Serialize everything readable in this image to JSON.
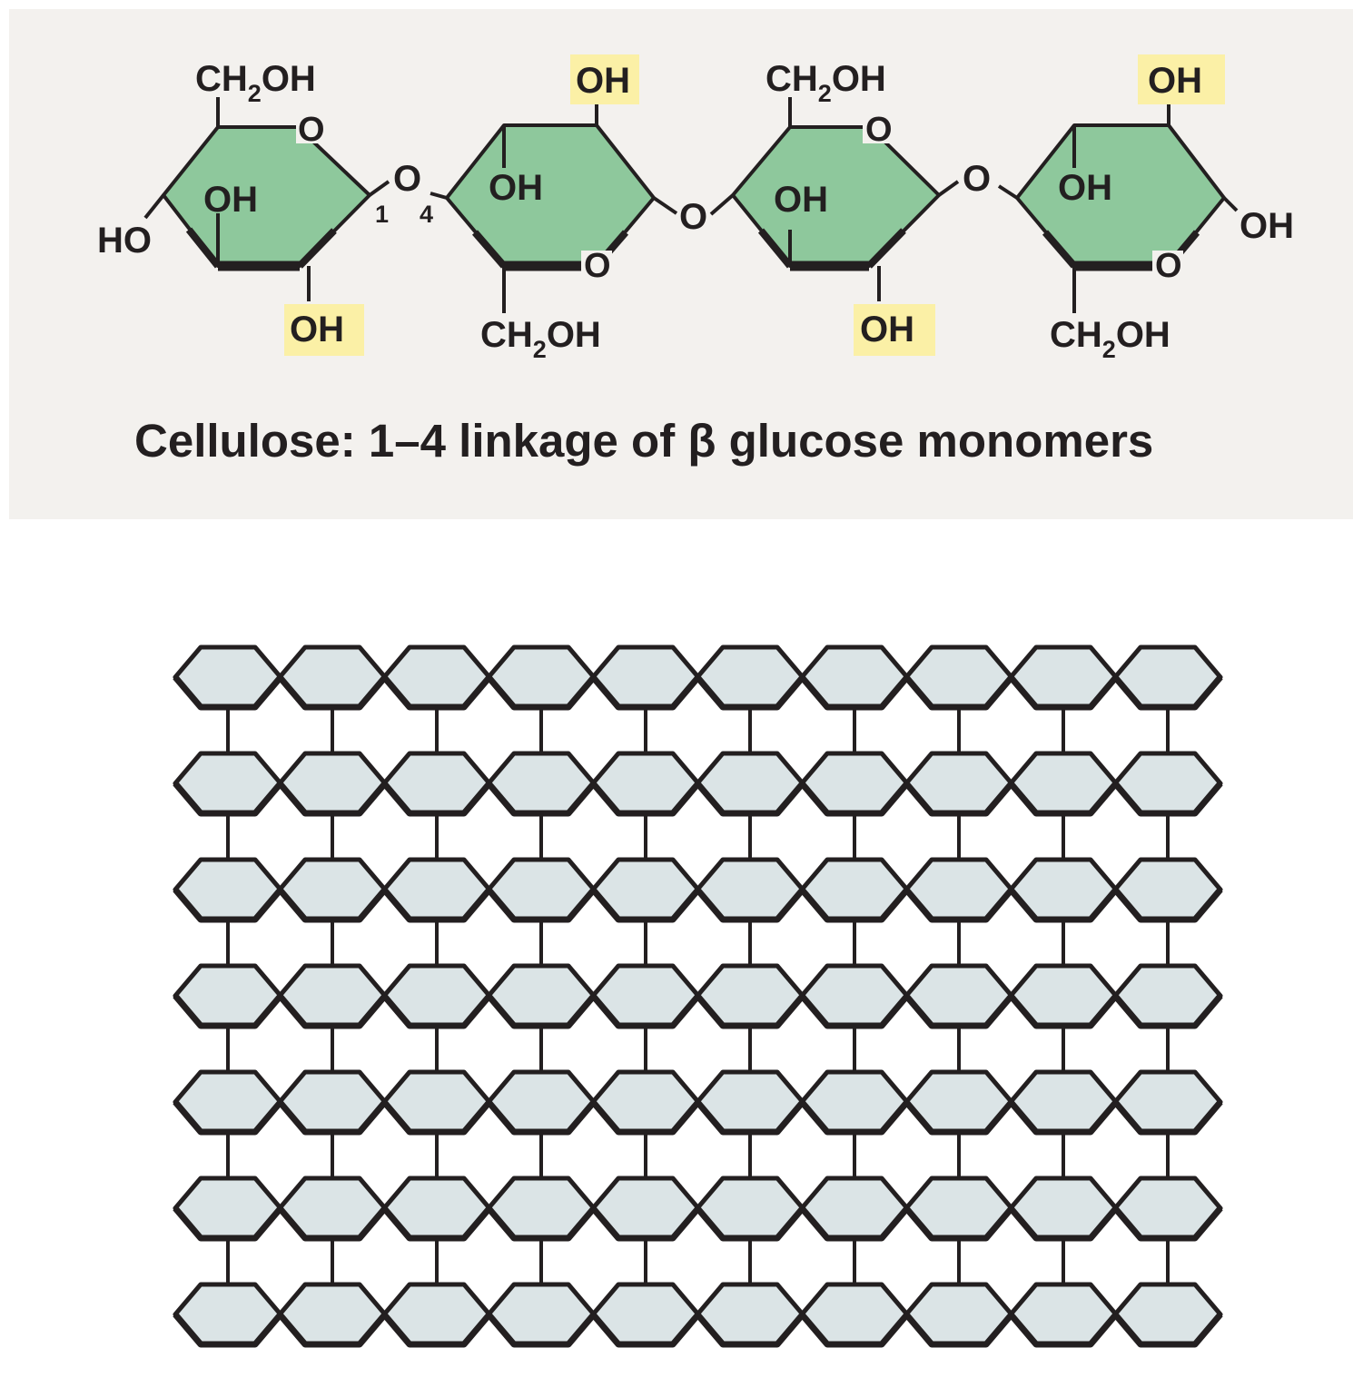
{
  "colors": {
    "panel_background": "#f3f1ee",
    "ring_fill": "#8ec89c",
    "highlight": "#fbf0a6",
    "lattice_fill": "#dbe4e6",
    "ink": "#231f20"
  },
  "molecule": {
    "caption": "Cellulose: 1–4 linkage of β glucose monomers",
    "labels": {
      "ch2oh_1": "CH",
      "ch2oh_2": "CH",
      "ch2oh_3": "CH",
      "ch2oh_4": "CH",
      "subscript_2": "2",
      "oh_suffix": "OH",
      "ring_o": "O",
      "bridge_o": "O",
      "oh_top_2": "OH",
      "oh_top_4": "OH",
      "oh_inner_1": "OH",
      "oh_inner_2": "OH",
      "oh_inner_3": "OH",
      "oh_inner_4": "OH",
      "oh_bottom_1": "OH",
      "oh_bottom_3": "OH",
      "ho_left": "HO",
      "oh_right": "OH",
      "carbon_1": "1",
      "carbon_4": "4"
    }
  },
  "lattice": {
    "rows": 7,
    "columns": 10
  }
}
